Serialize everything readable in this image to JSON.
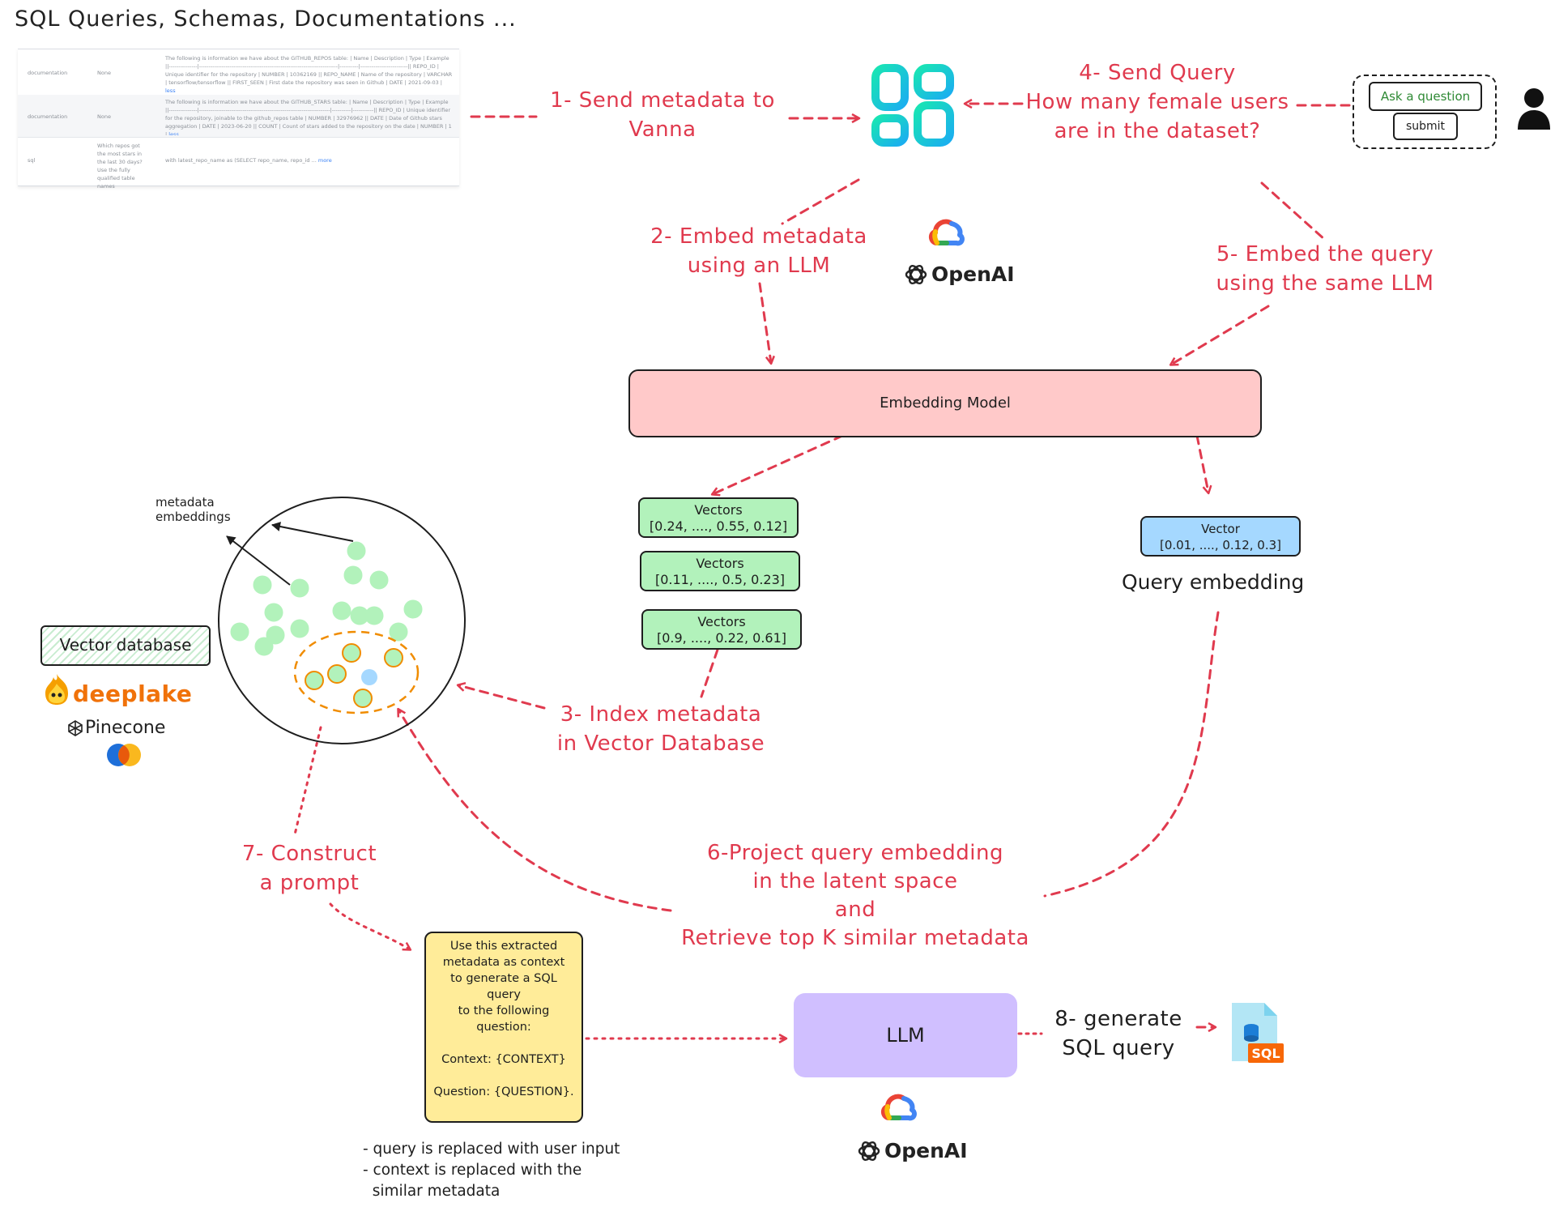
{
  "header": {
    "title": "SQL Queries, Schemas, Documentations ..."
  },
  "metadata_table": {
    "rows": [
      {
        "type": "documentation",
        "question": "None",
        "content": "The following is information we have about the GITHUB_REPOS table: | Name | Description | Type | Example ||---------------|-------------------------------------------------------------------------|----------|-------------------------|| REPO_ID | Unique identifier for the repository | NUMBER | 10362169 || REPO_NAME | Name of the repository | VARCHAR | tensorflow/tensorflow || FIRST_SEEN | First date the repository was seen in Github | DATE | 2021-09-03 |",
        "link": "less"
      },
      {
        "type": "documentation",
        "question": "None",
        "content": "The following is information we have about the GITHUB_STARS table: | Name | Description | Type | Example ||---------------|---------------------------------------------------------------------|----------|-----------|| REPO_ID | Unique identifier for the repository, joinable to the github_repos table | NUMBER | 32976962 || DATE | Date of Github stars aggregation | DATE | 2023-06-20 || COUNT | Count of stars added to the repository on the date | NUMBER | 1 |",
        "link": "less"
      },
      {
        "type": "sql",
        "question": "Which repos got the most stars in the last 30 days? Use the fully qualified table names",
        "content": "with latest_repo_name as (SELECT repo_name, repo_id ...",
        "link": "more"
      }
    ]
  },
  "steps": {
    "s1": [
      "1- Send metadata to",
      "Vanna"
    ],
    "s2": [
      "2- Embed metadata",
      "using an LLM"
    ],
    "s3": [
      "3- Index metadata",
      "in Vector Database"
    ],
    "s4": [
      "4- Send Query",
      "How many female users",
      "are in the dataset?"
    ],
    "s5": [
      "5- Embed the query",
      "using the same LLM"
    ],
    "s6": [
      "6-Project query embedding",
      "in the latent space",
      "and",
      "Retrieve top K similar metadata"
    ],
    "s7": [
      "7- Construct",
      "a prompt"
    ],
    "s8": [
      "8- generate",
      "SQL query"
    ]
  },
  "ask_widget": {
    "ask_label": "Ask a question",
    "submit_label": "submit"
  },
  "logos": {
    "openai_top": "OpenAI",
    "openai_bottom": "OpenAI",
    "deeplake": "deeplake",
    "pinecone": "Pinecone",
    "sql_badge": "SQL"
  },
  "embedding_model": {
    "label": "Embedding Model"
  },
  "vectors": [
    {
      "title": "Vectors",
      "values": "[0.24, ...., 0.55, 0.12]"
    },
    {
      "title": "Vectors",
      "values": "[0.11, ...., 0.5, 0.23]"
    },
    {
      "title": "Vectors",
      "values": "[0.9, ...., 0.22, 0.61]"
    }
  ],
  "query_vector": {
    "title": "Vector",
    "values": "[0.01, ...., 0.12, 0.3]",
    "label": "Query embedding"
  },
  "vector_db": {
    "label": "Vector database",
    "embeddings_label": [
      "metadata",
      "embeddings"
    ]
  },
  "prompt": {
    "lines": [
      "Use this extracted",
      "metadata as context",
      "to generate a SQL",
      "query",
      "to the following",
      "question:",
      "",
      "Context: {CONTEXT}",
      "",
      "Question: {QUESTION}."
    ],
    "notes": [
      "- query is replaced with user input",
      "- context is replaced with the",
      "  similar metadata"
    ]
  },
  "llm": {
    "label": "LLM"
  },
  "colors": {
    "accent_red": "#e03a4e",
    "embed_pink": "#ffc9c9",
    "vector_green": "#b2f2bb",
    "query_blue": "#a5d8ff",
    "prompt_yellow": "#ffec99",
    "llm_purple": "#d0bfff",
    "vanna_teal": "#19d3c5"
  }
}
